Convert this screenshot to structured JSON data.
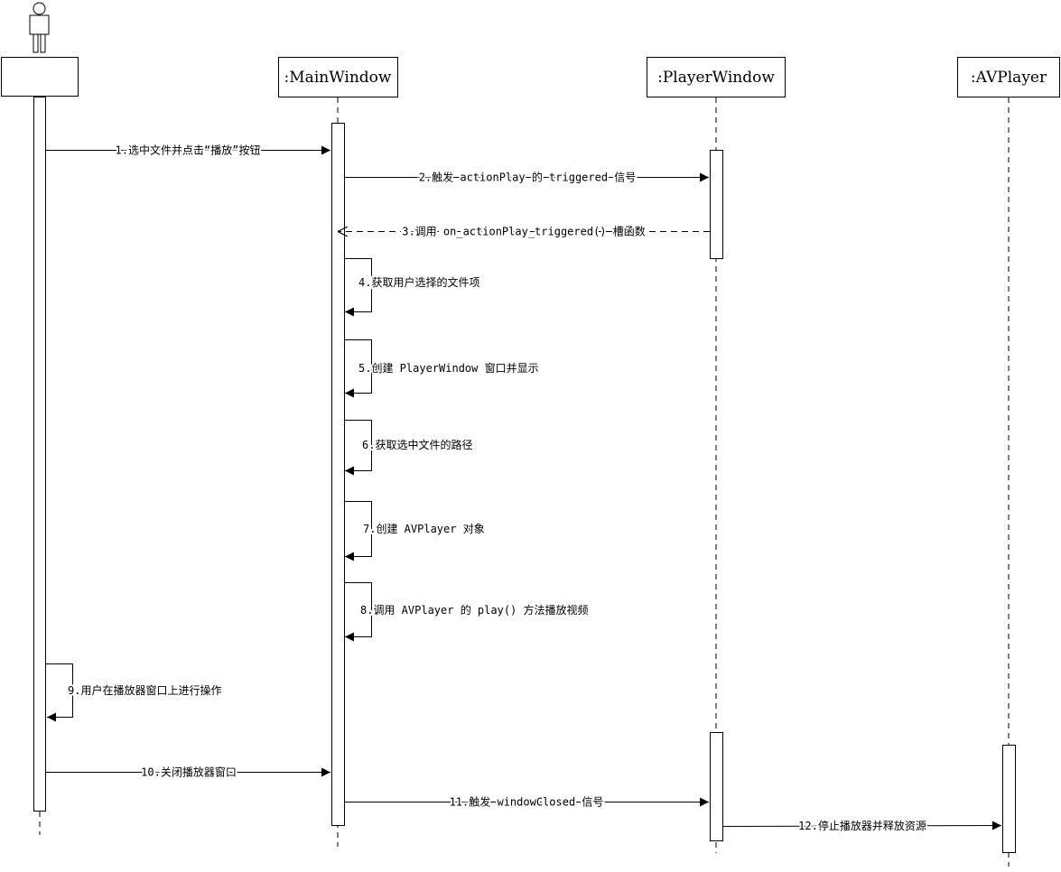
{
  "participants": [
    {
      "id": "user",
      "label": ""
    },
    {
      "id": "main",
      "label": ":MainWindow"
    },
    {
      "id": "player",
      "label": ":PlayerWindow"
    },
    {
      "id": "av",
      "label": ":AVPlayer"
    }
  ],
  "messages": [
    {
      "n": 1,
      "label": "1.选中文件并点击“播放”按钮",
      "from": "user",
      "to": "main",
      "kind": "sync"
    },
    {
      "n": 2,
      "label": "2.触发 actionPlay 的 triggered 信号",
      "from": "main",
      "to": "player",
      "kind": "sync"
    },
    {
      "n": 3,
      "label": "3.调用 on_actionPlay_triggered() 槽函数",
      "from": "player",
      "to": "main",
      "kind": "return"
    },
    {
      "n": 4,
      "label": "4.获取用户选择的文件项",
      "from": "main",
      "to": "main",
      "kind": "self"
    },
    {
      "n": 5,
      "label": "5.创建 PlayerWindow 窗口并显示",
      "from": "main",
      "to": "main",
      "kind": "self"
    },
    {
      "n": 6,
      "label": "6.获取选中文件的路径",
      "from": "main",
      "to": "main",
      "kind": "self"
    },
    {
      "n": 7,
      "label": "7.创建 AVPlayer 对象",
      "from": "main",
      "to": "main",
      "kind": "self"
    },
    {
      "n": 8,
      "label": "8.调用 AVPlayer 的 play() 方法播放视频",
      "from": "main",
      "to": "main",
      "kind": "self"
    },
    {
      "n": 9,
      "label": "9.用户在播放器窗口上进行操作",
      "from": "user",
      "to": "user",
      "kind": "self"
    },
    {
      "n": 10,
      "label": "10.关闭播放器窗口",
      "from": "user",
      "to": "main",
      "kind": "sync"
    },
    {
      "n": 11,
      "label": "11.触发 windowClosed 信号",
      "from": "main",
      "to": "player",
      "kind": "sync"
    },
    {
      "n": 12,
      "label": "12.停止播放器并释放资源",
      "from": "player",
      "to": "av",
      "kind": "sync"
    }
  ]
}
